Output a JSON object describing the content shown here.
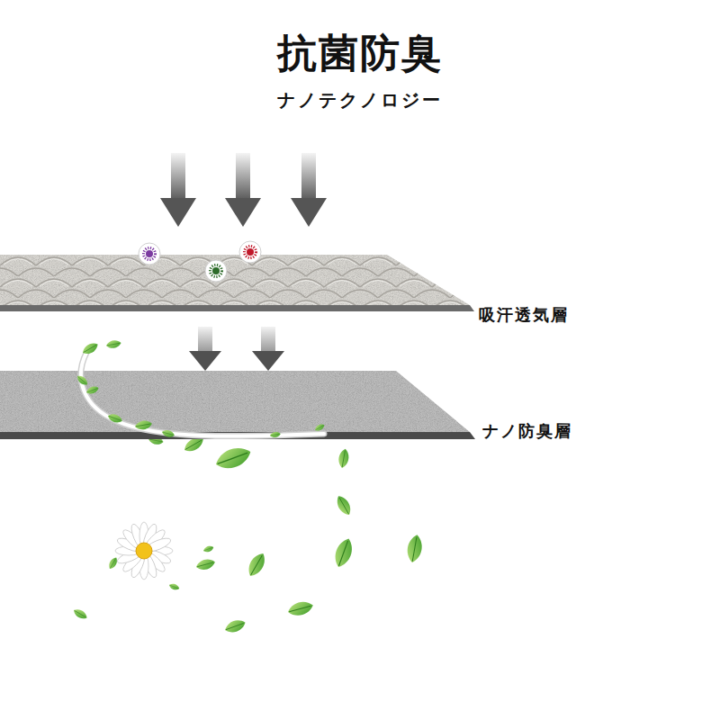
{
  "diagram": {
    "title": "抗菌防臭",
    "nodes": [
      {
        "text": [
          "吸汗透気層"
        ]
      },
      {
        "text": [
          "ナノ防臭層"
        ]
      }
    ],
    "edges": [
      {
        "from": 0,
        "to": 1,
        "arrow": "to"
      },
      {
        "from": 0,
        "to": 1,
        "arrow": "to"
      }
    ],
    "labels": [
      "ナノテクノロジー"
    ]
  }
}
